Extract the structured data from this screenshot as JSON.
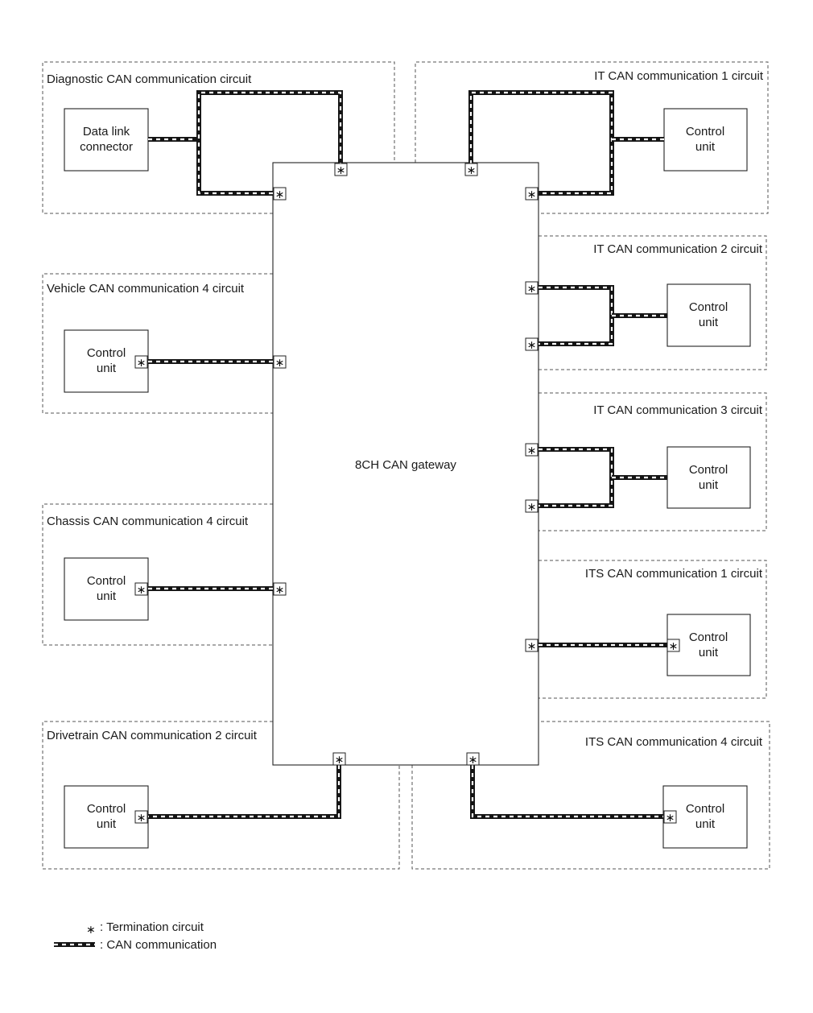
{
  "gateway": {
    "label": "8CH CAN gateway"
  },
  "zones": {
    "diagnostic": "Diagnostic CAN communication circuit",
    "it1": "IT CAN communication 1 circuit",
    "it2": "IT CAN communication 2 circuit",
    "it3": "IT CAN communication 3 circuit",
    "vehicle4": "Vehicle CAN communication 4 circuit",
    "chassis4": "Chassis CAN communication 4 circuit",
    "its1": "ITS CAN communication 1 circuit",
    "drivetrain2": "Drivetrain CAN communication 2 circuit",
    "its4": "ITS CAN communication 4 circuit"
  },
  "devices": {
    "dlc": [
      "Data link",
      "connector"
    ],
    "control": [
      "Control",
      "unit"
    ]
  },
  "legend": {
    "termination_symbol": "∗",
    "termination_text": ": Termination circuit",
    "can_text": ": CAN communication"
  },
  "icons": [
    "termination-circuit-icon",
    "can-line-icon"
  ]
}
